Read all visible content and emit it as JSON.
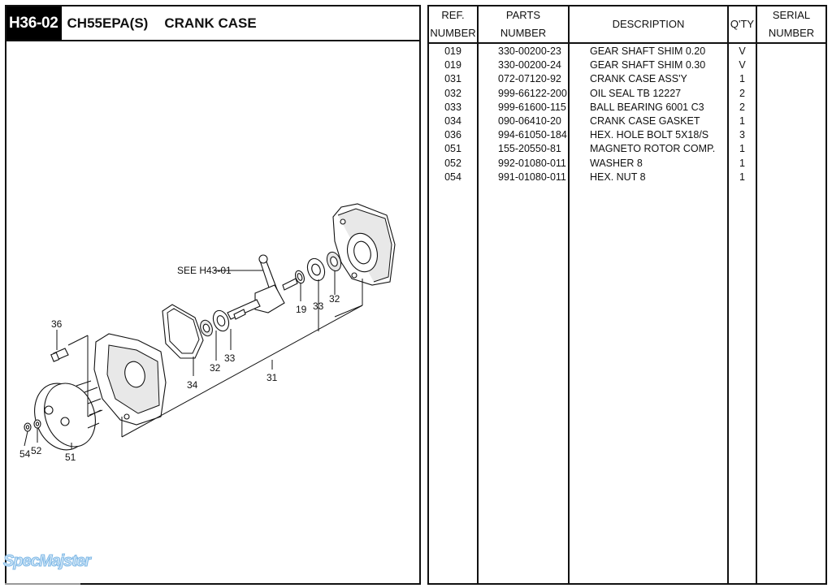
{
  "header": {
    "code": "H36-02",
    "model": "CH55EPA(S)",
    "title": "CRANK CASE"
  },
  "diagram": {
    "callouts": {
      "see_ref": "SEE H43-01",
      "c19": "19",
      "c31": "31",
      "c32a": "32",
      "c32b": "32",
      "c33a": "33",
      "c33b": "33",
      "c34": "34",
      "c36": "36",
      "c51": "51",
      "c52": "52",
      "c54": "54"
    }
  },
  "table": {
    "headers": {
      "ref_line1": "REF.",
      "ref_line2": "NUMBER",
      "parts_line1": "PARTS",
      "parts_line2": "NUMBER",
      "description": "DESCRIPTION",
      "qty": "Q'TY",
      "serial_line1": "SERIAL",
      "serial_line2": "NUMBER"
    },
    "rows": [
      {
        "ref": "019",
        "part": "330-00200-23",
        "desc": "GEAR SHAFT SHIM 0.20",
        "qty": "V",
        "serial": ""
      },
      {
        "ref": "019",
        "part": "330-00200-24",
        "desc": "GEAR SHAFT SHIM 0.30",
        "qty": "V",
        "serial": ""
      },
      {
        "ref": "031",
        "part": "072-07120-92",
        "desc": "CRANK CASE ASS'Y",
        "qty": "1",
        "serial": ""
      },
      {
        "ref": "032",
        "part": "999-66122-200",
        "desc": "OIL SEAL TB 12227",
        "qty": "2",
        "serial": ""
      },
      {
        "ref": "033",
        "part": "999-61600-115",
        "desc": "BALL BEARING 6001 C3",
        "qty": "2",
        "serial": ""
      },
      {
        "ref": "034",
        "part": "090-06410-20",
        "desc": "CRANK CASE GASKET",
        "qty": "1",
        "serial": ""
      },
      {
        "ref": "036",
        "part": "994-61050-184",
        "desc": "HEX. HOLE BOLT 5X18/S",
        "qty": "3",
        "serial": ""
      },
      {
        "ref": "051",
        "part": "155-20550-81",
        "desc": "MAGNETO ROTOR COMP.",
        "qty": "1",
        "serial": ""
      },
      {
        "ref": "052",
        "part": "992-01080-011",
        "desc": "WASHER 8",
        "qty": "1",
        "serial": ""
      },
      {
        "ref": "054",
        "part": "991-01080-011",
        "desc": "HEX. NUT 8",
        "qty": "1",
        "serial": ""
      }
    ]
  },
  "watermark": {
    "text": "SpecMajster",
    "color": "#7fb8e6"
  }
}
